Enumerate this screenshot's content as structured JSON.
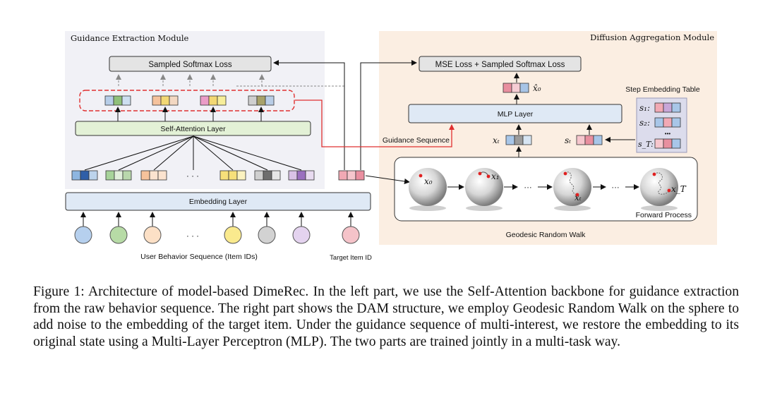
{
  "modules": {
    "left_title": "Guidance Extraction Module",
    "right_title": "Diffusion Aggregation Module"
  },
  "left": {
    "loss": "Sampled Softmax Loss",
    "self_attention": "Self-Attention Layer",
    "embedding": "Embedding Layer",
    "ellipsis": "· · ·",
    "user_sequence_label": "User Behavior Sequence (Item IDs)",
    "target_label": "Target Item ID"
  },
  "right": {
    "loss": "MSE Loss + Sampled Softmax Loss",
    "mlp": "MLP Layer",
    "x0_hat": "x̂₀",
    "step_table_title": "Step Embedding Table",
    "guidance_sequence": "Guidance Sequence",
    "xt": "xₜ",
    "st": "sₜ",
    "s1": "s₁:",
    "s2": "s₂:",
    "sT": "s_T:",
    "vdots": "•••",
    "forward_process": "Forward Process",
    "geodesic": "Geodesic Random Walk",
    "sphere_labels": [
      "x₀",
      "x₁",
      "xₜ",
      "x_T"
    ],
    "chain_ellipsis": "···"
  },
  "caption": "Figure 1: Architecture of model-based DimeRec. In the left part, we use the Self-Attention backbone for guidance extraction from the raw behavior sequence. The right part shows the DAM structure, we employ Geodesic Random Walk on the sphere to add noise to the embedding of the target item. Under the guidance sequence of multi-interest, we restore the embedding to its original state using a Multi-Layer Perceptron (MLP). The two parts are trained jointly in a multi-task way.",
  "colors": {
    "left_bg": "#f1f1f6",
    "right_bg": "#fbeee2",
    "red_dash": "#e03030",
    "sa_layer": "#e3f1d6",
    "emb_layer": "#dfe9f5",
    "mlp_layer": "#dfe9f5"
  }
}
